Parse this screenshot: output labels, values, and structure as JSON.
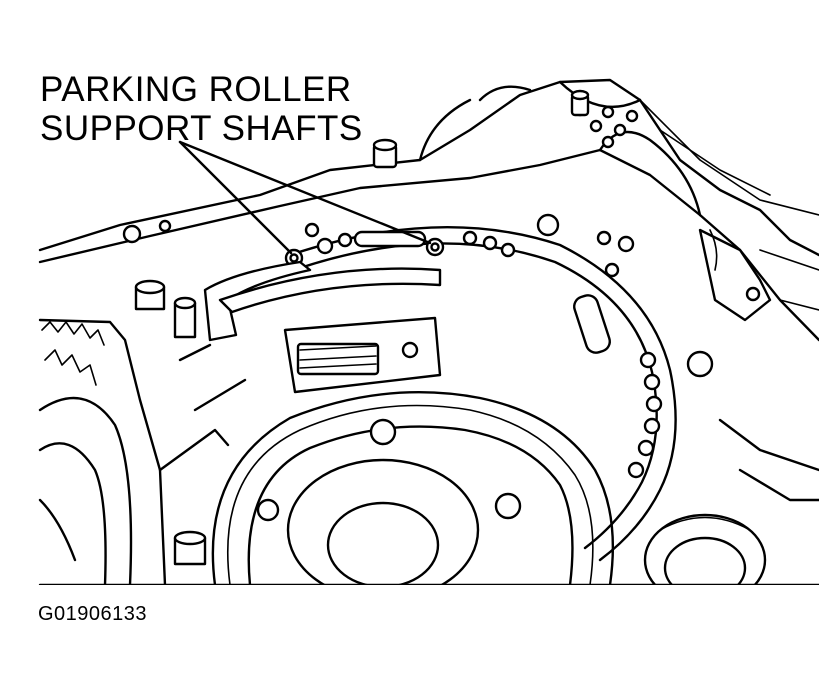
{
  "diagram": {
    "callout_line1": "PARKING ROLLER",
    "callout_line2": "SUPPORT SHAFTS",
    "figure_id": "G01906133"
  }
}
